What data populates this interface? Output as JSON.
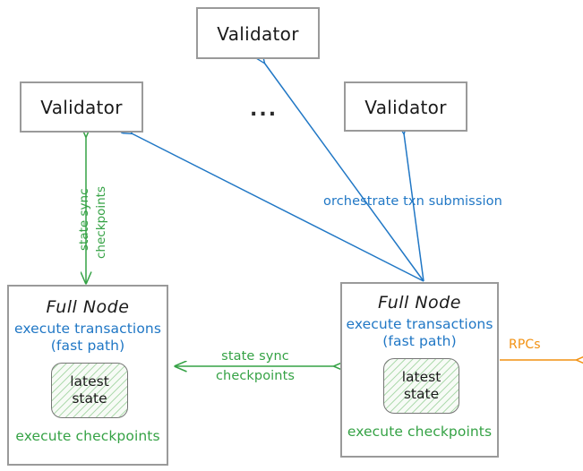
{
  "diagram": {
    "title": "Sui network topology: validators, full nodes, state sync",
    "colors": {
      "blue": "#2077c5",
      "green": "#35a245",
      "orange": "#f29111",
      "box_border": "#9a9a9a",
      "text": "#1a1a1a",
      "background": "#ffffff"
    },
    "ellipsis": "..."
  },
  "validators": [
    {
      "id": "validator-top",
      "label": "Validator"
    },
    {
      "id": "validator-left",
      "label": "Validator"
    },
    {
      "id": "validator-right",
      "label": "Validator"
    }
  ],
  "full_nodes": [
    {
      "id": "full-node-left",
      "title": "Full Node",
      "fast_path_line1": "execute transactions",
      "fast_path_line2": "(fast path)",
      "state_line1": "latest",
      "state_line2": "state",
      "footer": "execute checkpoints"
    },
    {
      "id": "full-node-right",
      "title": "Full Node",
      "fast_path_line1": "execute transactions",
      "fast_path_line2": "(fast path)",
      "state_line1": "latest",
      "state_line2": "state",
      "footer": "execute checkpoints"
    }
  ],
  "edges": {
    "vertical_state_sync": {
      "line1": "state sync",
      "line2": "checkpoints",
      "color": "#35a245",
      "direction": "bidirectional"
    },
    "horizontal_state_sync": {
      "line1": "state sync",
      "line2": "checkpoints",
      "color": "#35a245",
      "direction": "bidirectional"
    },
    "orchestrate": {
      "label": "orchestrate txn submission",
      "color": "#2077c5",
      "direction": "full-node-to-validators"
    },
    "rpcs": {
      "label": "RPCs",
      "color": "#f29111",
      "direction": "outbound"
    }
  }
}
